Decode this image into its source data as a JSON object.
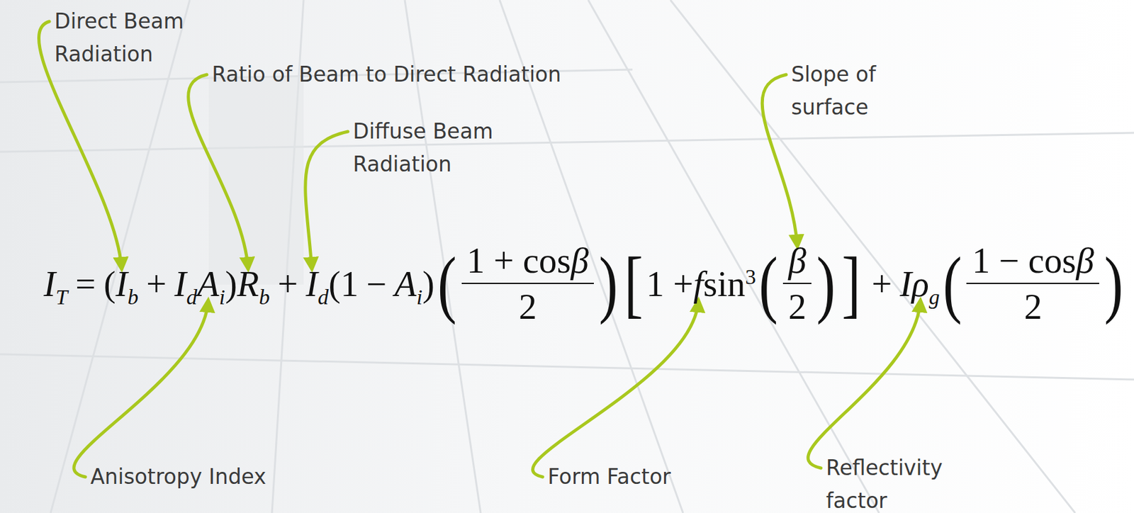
{
  "diagram": {
    "labels": [
      "Direct Beam Radiation",
      "Ratio of Beam to Direct Radiation",
      "Diffuse Beam Radiation",
      "Slope of surface",
      "Anisotropy Index",
      "Form Factor",
      "Reflectivity factor",
      "I",
      "T",
      "=",
      "(",
      "I",
      "b",
      "+",
      "I",
      "d",
      "A",
      "i",
      ")",
      "R",
      "b",
      "+",
      "I",
      "d",
      "(1",
      "−",
      "A",
      "i",
      ")",
      "(",
      "1 + cos",
      "β",
      "2",
      ")",
      "[",
      "1 +",
      "f",
      "sin",
      "3",
      "(",
      "β",
      "2",
      ")",
      "]",
      "+",
      "I",
      "ρ",
      "g",
      "(",
      "1 − cos",
      "β",
      "2",
      ")"
    ]
  }
}
